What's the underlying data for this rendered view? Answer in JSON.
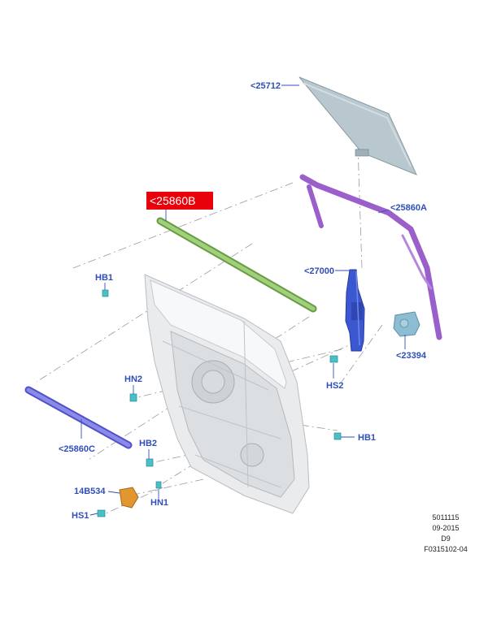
{
  "callouts": {
    "glass": "<25712",
    "run_channel_rear": "<25860A",
    "belt_weatherstrip": "<25860B",
    "regulator": "<27000",
    "motor": "<23394",
    "lower_strip": "<25860C",
    "hb1_top": "HB1",
    "hb1_right": "HB1",
    "hn2": "HN2",
    "hs2": "HS2",
    "hb2": "HB2",
    "hn1": "HN1",
    "hs1": "HS1",
    "check_part": "14B534"
  },
  "meta": {
    "line1": "5011115",
    "line2": "09-2015",
    "line3": "D9",
    "line4": "F0315102-04"
  },
  "colors": {
    "callout_text": "#2f4fb8",
    "highlight": "#e8000b",
    "glass": "#b9c7cf",
    "run_channel": "#9b5fcc",
    "belt_strip": "#8fc06a",
    "regulator": "#3c58d0",
    "motor": "#7fb2c9",
    "lower_strip": "#7b7be6",
    "fastener": "#47c0c8",
    "check_part": "#d88a2a",
    "door": "#e6e8ea"
  }
}
